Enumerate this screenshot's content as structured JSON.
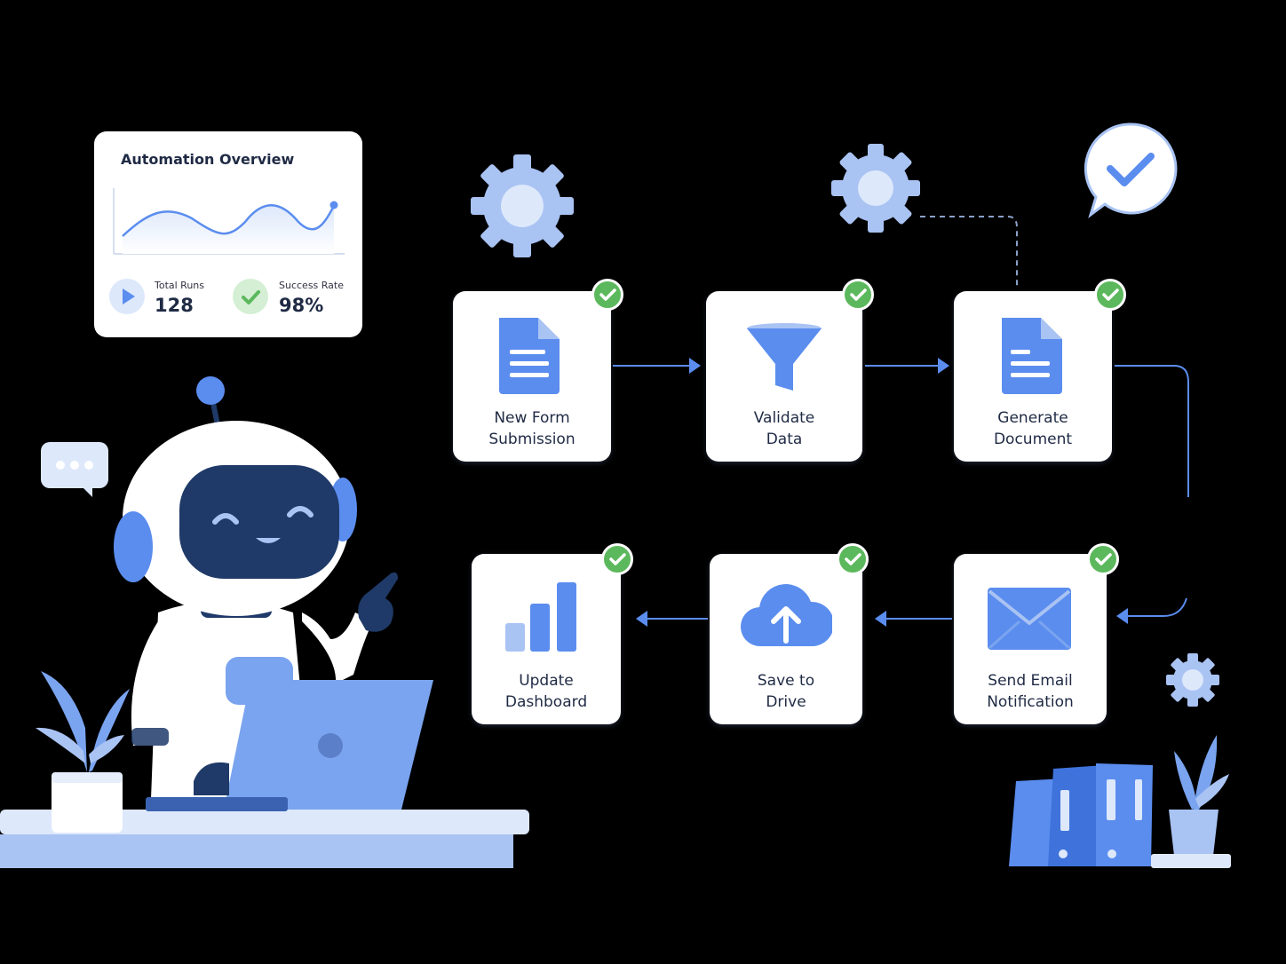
{
  "overview": {
    "title": "Automation Overview",
    "total_runs_label": "Total Runs",
    "total_runs_value": "128",
    "success_rate_label": "Success Rate",
    "success_rate_value": "98%"
  },
  "workflow": {
    "steps": [
      {
        "line1": "New Form",
        "line2": "Submission",
        "icon": "document-icon"
      },
      {
        "line1": "Validate",
        "line2": "Data",
        "icon": "funnel-icon"
      },
      {
        "line1": "Generate",
        "line2": "Document",
        "icon": "document-icon"
      },
      {
        "line1": "Send Email",
        "line2": "Notification",
        "icon": "envelope-icon"
      },
      {
        "line1": "Save to",
        "line2": "Drive",
        "icon": "cloud-upload-icon"
      },
      {
        "line1": "Update",
        "line2": "Dashboard",
        "icon": "bar-chart-icon"
      }
    ]
  },
  "colors": {
    "accent": "#5b8def",
    "light_accent": "#a9c3f3",
    "success": "#5cb85c",
    "navy": "#1f3a68"
  }
}
